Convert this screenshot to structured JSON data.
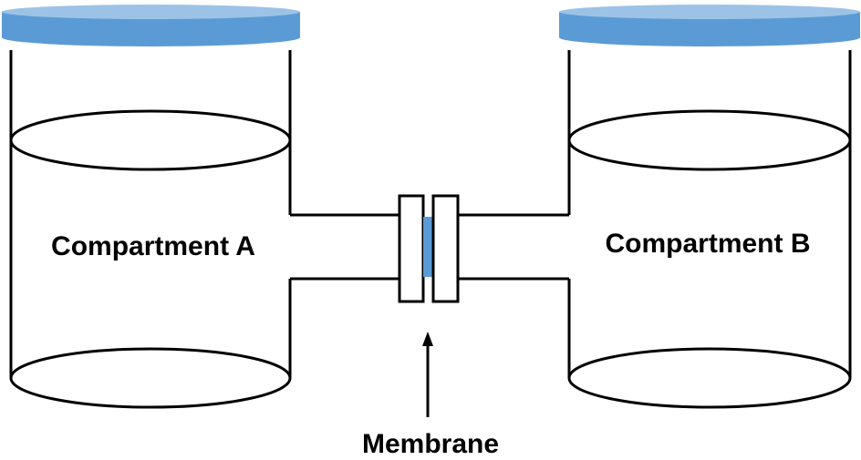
{
  "compartments": {
    "a_label": "Compartment A",
    "b_label": "Compartment B"
  },
  "membrane": {
    "label": "Membrane"
  },
  "colors": {
    "lid": "#5b9bd5",
    "membrane": "#5b9bd5",
    "outline": "#000000",
    "background": "#ffffff"
  }
}
